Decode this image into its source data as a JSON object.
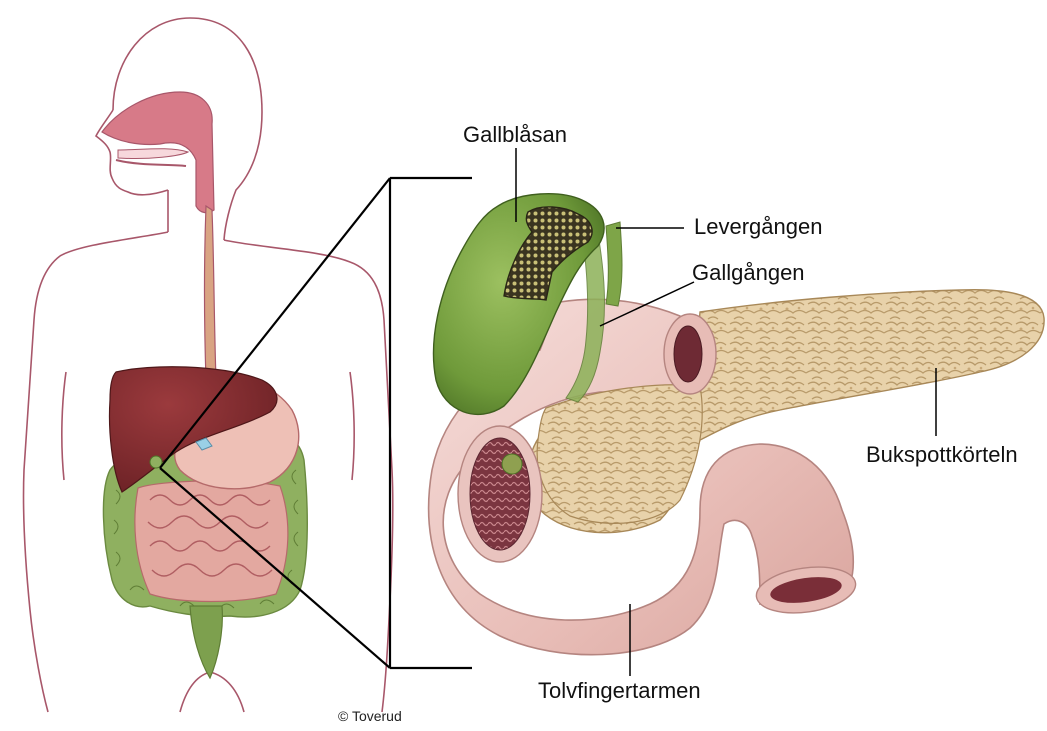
{
  "labels": {
    "gallbladder": "Gallblåsan",
    "hepatic_duct": "Levergången",
    "bile_duct": "Gallgången",
    "pancreas": "Bukspottkörteln",
    "duodenum": "Tolvfingertarmen"
  },
  "copyright": "© Toverud",
  "colors": {
    "outline": "#a8576a",
    "liver": "#7e2a2e",
    "stomach": "#eec0b6",
    "colon": "#8fb060",
    "small_intestine": "#e3a8a0",
    "gallbladder": "#6f9a3a",
    "duodenum": "#ecc8c3",
    "pancreas": "#e6cfa6",
    "leader_lines": "#000000"
  }
}
